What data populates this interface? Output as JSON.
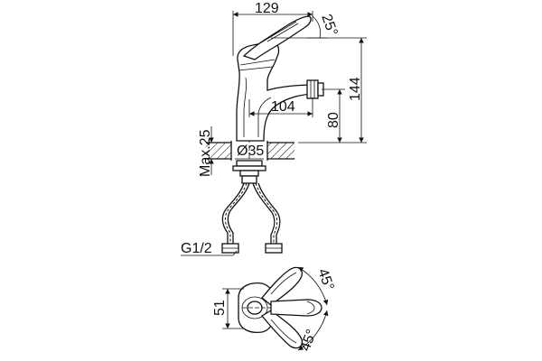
{
  "dimensions": {
    "overall_length": "129",
    "lever_angle": "25°",
    "total_height": "144",
    "spout_reach": "104",
    "spout_height": "80",
    "max_deck": "Max.25",
    "hole_diameter": "Ø35",
    "thread": "G1/2",
    "body_width": "51",
    "angle_upper": "45°",
    "angle_lower": "45°"
  }
}
